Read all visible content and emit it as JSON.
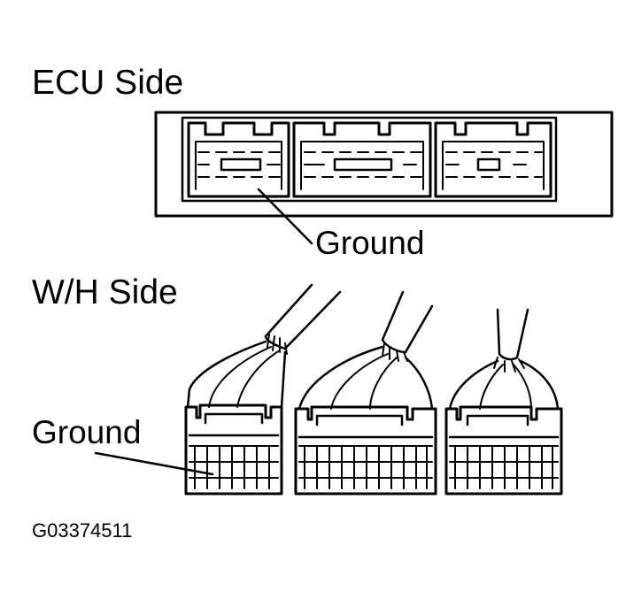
{
  "labels": {
    "ecu_side": "ECU Side",
    "ecu_ground": "Ground",
    "wh_side": "W/H Side",
    "wh_ground": "Ground",
    "figure_code": "G03374511"
  }
}
